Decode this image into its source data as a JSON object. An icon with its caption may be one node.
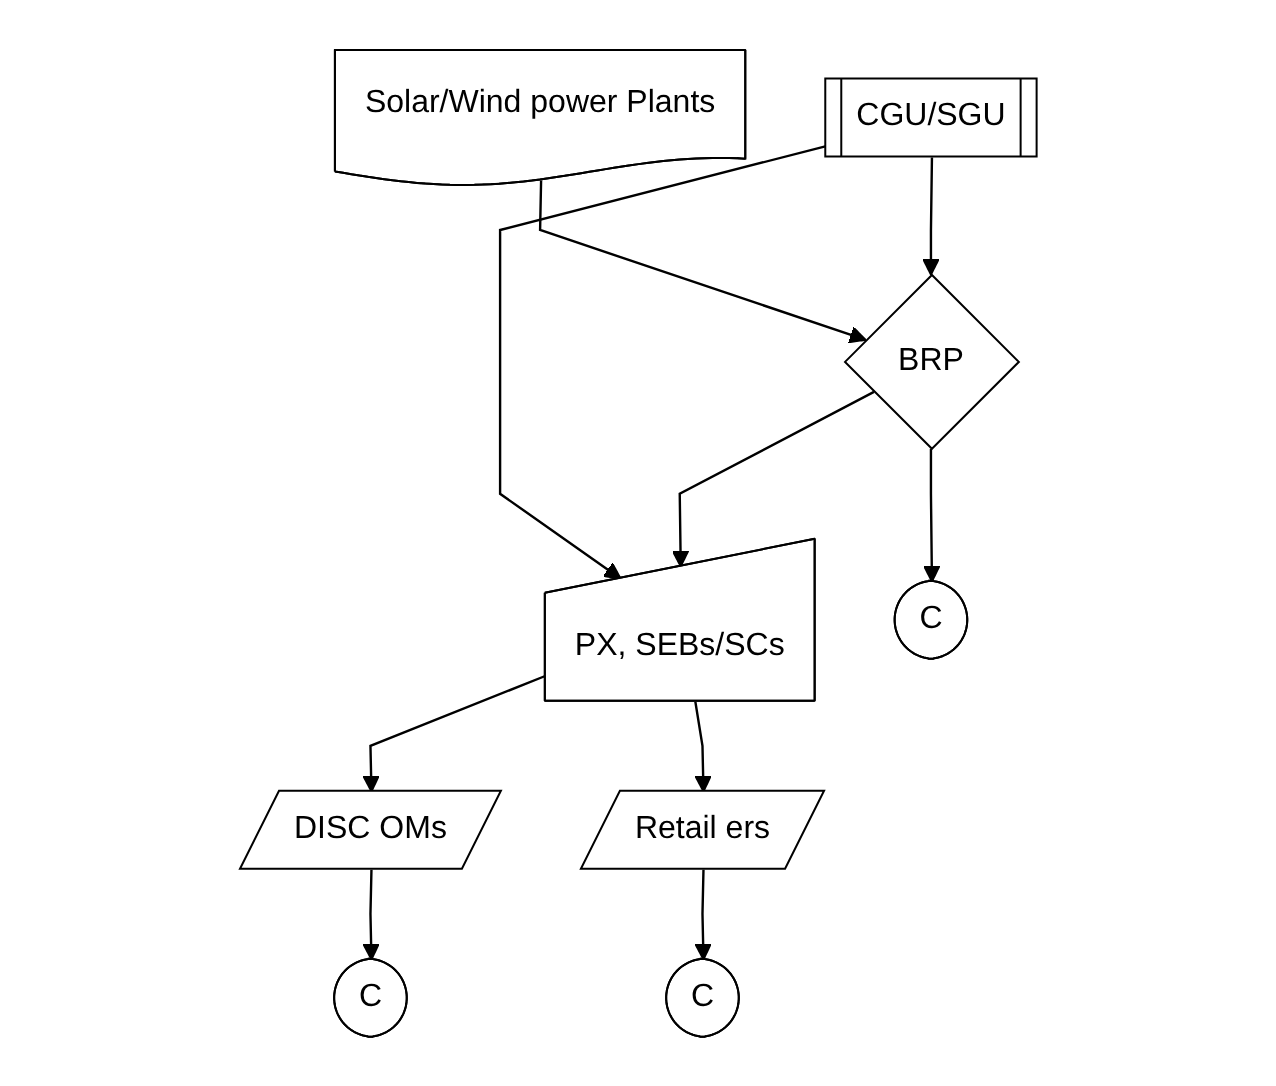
{
  "diagram": {
    "nodes": [
      {
        "text": [
          "Solar/Wind power Plants"
        ]
      },
      {
        "text": [
          "CGU/SGU"
        ]
      },
      {
        "text": [
          "BRP"
        ]
      },
      {
        "text": [
          "PX, SEBs/SCs"
        ]
      },
      {
        "text": [
          "DISC OMs"
        ]
      },
      {
        "text": [
          "Retail ers"
        ]
      },
      {
        "text": [
          "C"
        ]
      },
      {
        "text": [
          "C"
        ]
      },
      {
        "text": [
          "C"
        ]
      }
    ],
    "edges": [
      {
        "from": 0,
        "to": 2,
        "arrow": "to"
      },
      {
        "from": 1,
        "to": 2,
        "arrow": "to"
      },
      {
        "from": 1,
        "to": 3,
        "arrow": "to"
      },
      {
        "from": 2,
        "to": 3,
        "arrow": "to"
      },
      {
        "from": 3,
        "to": 4,
        "arrow": "to"
      },
      {
        "from": 3,
        "to": 5,
        "arrow": "to"
      },
      {
        "from": 2,
        "to": 6,
        "arrow": "to"
      },
      {
        "from": 4,
        "to": 7,
        "arrow": "to"
      },
      {
        "from": 5,
        "to": 8,
        "arrow": "to"
      }
    ]
  }
}
